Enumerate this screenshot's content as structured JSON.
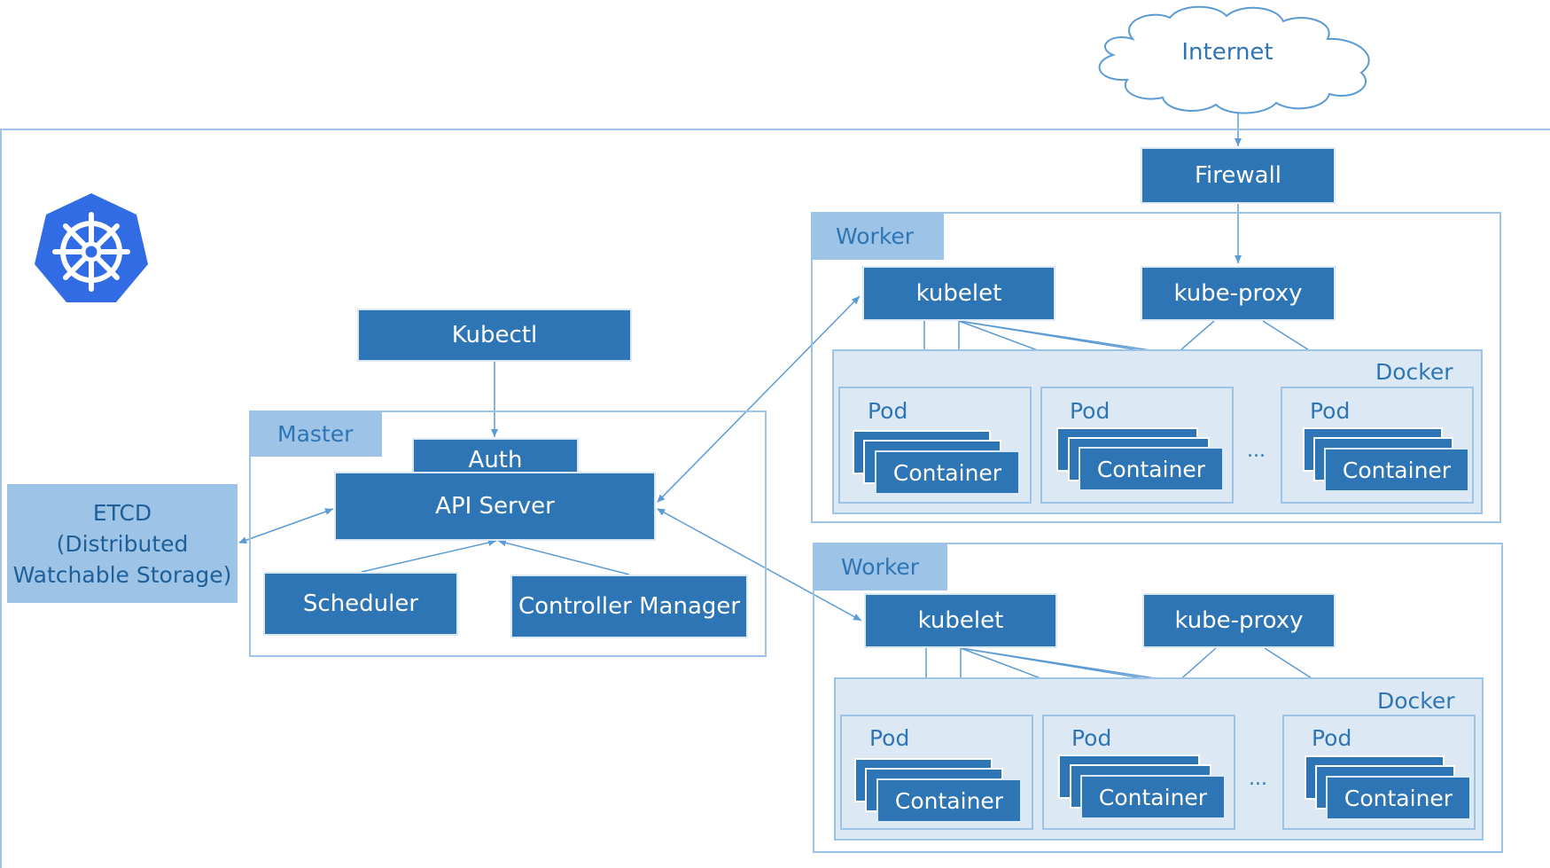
{
  "internet": "Internet",
  "firewall": "Firewall",
  "kubectl": "Kubectl",
  "master": {
    "tab": "Master",
    "auth": "Auth",
    "api_server": "API Server",
    "scheduler": "Scheduler",
    "controller_manager": "Controller Manager"
  },
  "etcd": {
    "line1": "ETCD",
    "line2": "(Distributed",
    "line3": "Watchable Storage)"
  },
  "workers": [
    {
      "tab": "Worker",
      "kubelet": "kubelet",
      "kube_proxy": "kube-proxy",
      "docker": "Docker",
      "pods": [
        {
          "label": "Pod",
          "container": "Container"
        },
        {
          "label": "Pod",
          "container": "Container"
        },
        {
          "label": "Pod",
          "container": "Container"
        }
      ],
      "ellipsis": "..."
    },
    {
      "tab": "Worker",
      "kubelet": "kubelet",
      "kube_proxy": "kube-proxy",
      "docker": "Docker",
      "pods": [
        {
          "label": "Pod",
          "container": "Container"
        },
        {
          "label": "Pod",
          "container": "Container"
        },
        {
          "label": "Pod",
          "container": "Container"
        }
      ],
      "ellipsis": "..."
    }
  ],
  "logo": "kubernetes-helm-logo",
  "colors": {
    "primary": "#2e75b6",
    "light": "#9dc3e6",
    "lighter": "#dce9f5",
    "logo": "#326ce5"
  }
}
